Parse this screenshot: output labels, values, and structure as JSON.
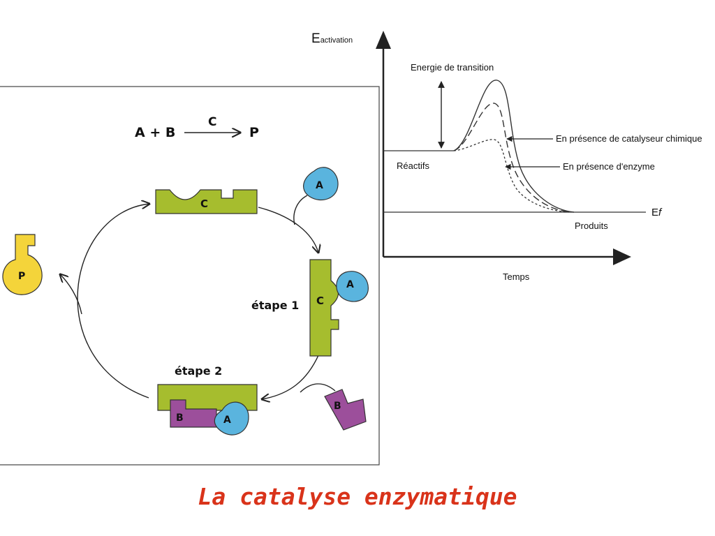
{
  "slide_title": "La catalyse enzymatique",
  "cycle": {
    "equation_left": "A + B",
    "equation_catalyst": "C",
    "equation_product": "P",
    "enzyme_label": "C",
    "substrate_a_label": "A",
    "substrate_b_label": "B",
    "product_label": "P",
    "step1_label": "étape 1",
    "step2_label": "étape 2"
  },
  "graph": {
    "y_axis_label_main": "E",
    "y_axis_label_sub": "activation",
    "x_axis_label": "Temps",
    "transition_label": "Energie de transition",
    "reactants_label": "Réactifs",
    "products_label": "Produits",
    "final_energy_main": "E",
    "final_energy_sub": "f",
    "chemical_catalyst_label": "En présence de catalyseur chimique",
    "enzyme_curve_label": "En présence d'enzyme"
  },
  "colors": {
    "enzyme": "#a6bd2e",
    "substrate_a": "#5ab4de",
    "substrate_b": "#9c4f9b",
    "product": "#f4d43a",
    "title": "#d9331a"
  }
}
